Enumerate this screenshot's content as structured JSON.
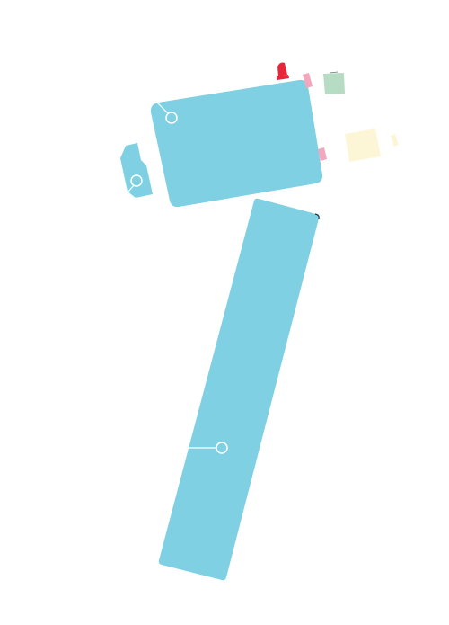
{
  "colors": {
    "background": "#ffffff",
    "part_fill": "#7fd0e3",
    "callout_stroke": "#ffffff",
    "red_part": "#e8263a",
    "pink_part": "#f1a7bd",
    "green_part": "#b6dcc3",
    "yellow_part": "#fdf6d6",
    "dark_accent": "#1b3b3f"
  },
  "diagram": {
    "parts": [
      {
        "name": "handle-part"
      },
      {
        "name": "head-part"
      },
      {
        "name": "side-clip-part"
      },
      {
        "name": "red-indicator-part"
      },
      {
        "name": "pink-tab-upper-part"
      },
      {
        "name": "green-square-part"
      },
      {
        "name": "pink-tab-lower-part"
      },
      {
        "name": "yellow-square-part"
      },
      {
        "name": "yellow-tab-small-part"
      }
    ],
    "callouts": [
      {
        "name": "callout-head"
      },
      {
        "name": "callout-side-clip"
      },
      {
        "name": "callout-handle"
      }
    ]
  }
}
